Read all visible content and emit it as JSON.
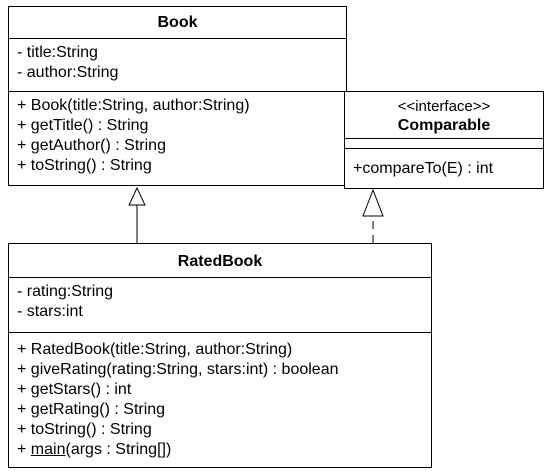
{
  "book": {
    "name": "Book",
    "attributes": [
      "- title:String",
      "- author:String"
    ],
    "operations": [
      "+ Book(title:String, author:String)",
      "+ getTitle() : String",
      "+ getAuthor() : String",
      "+ toString() : String"
    ]
  },
  "comparable": {
    "stereotype": "<<interface>>",
    "name": "Comparable",
    "operations": [
      "+compareTo(E) : int"
    ]
  },
  "ratedbook": {
    "name": "RatedBook",
    "attributes": [
      "- rating:String",
      "- stars:int"
    ],
    "operations": [
      "+ RatedBook(title:String, author:String)",
      "+ giveRating(rating:String, stars:int) : boolean",
      "+ getStars() : int",
      "+ getRating() : String",
      "+ toString() : String"
    ],
    "main_prefix": "+ ",
    "main_name": "main",
    "main_suffix": "(args : String[])"
  },
  "relations": [
    {
      "type": "generalization",
      "from": "RatedBook",
      "to": "Book",
      "style": "solid"
    },
    {
      "type": "realization",
      "from": "RatedBook",
      "to": "Comparable",
      "style": "dashed"
    }
  ]
}
